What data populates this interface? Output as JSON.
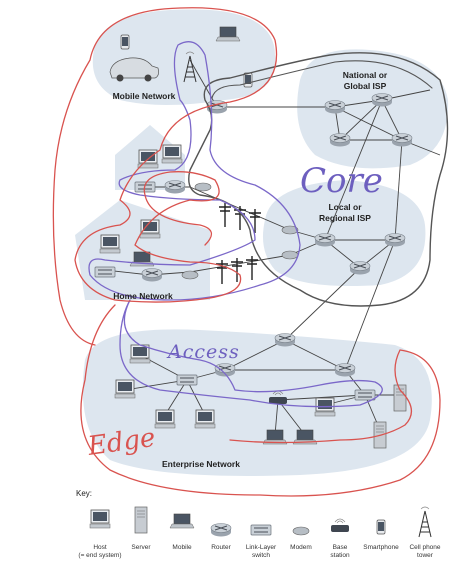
{
  "labels": {
    "mobile_network": "Mobile Network",
    "global_isp_line1": "National or",
    "global_isp_line2": "Global ISP",
    "regional_isp_line1": "Local or",
    "regional_isp_line2": "Regional ISP",
    "home_network": "Home Network",
    "enterprise_network": "Enterprise Network"
  },
  "annotations": {
    "core": "Core",
    "access": "Access",
    "edge": "Edge"
  },
  "key": {
    "title": "Key:",
    "items": [
      {
        "line1": "Host",
        "line2": "(= end system)",
        "icon": "host-icon"
      },
      {
        "line1": "Server",
        "line2": "",
        "icon": "server-icon"
      },
      {
        "line1": "Mobile",
        "line2": "",
        "icon": "mobile-icon"
      },
      {
        "line1": "Router",
        "line2": "",
        "icon": "router-icon"
      },
      {
        "line1": "Link-Layer",
        "line2": "switch",
        "icon": "switch-icon"
      },
      {
        "line1": "Modem",
        "line2": "",
        "icon": "modem-icon"
      },
      {
        "line1": "Base",
        "line2": "station",
        "icon": "base-station-icon"
      },
      {
        "line1": "Smartphone",
        "line2": "",
        "icon": "smartphone-icon"
      },
      {
        "line1": "Cell phone",
        "line2": "tower",
        "icon": "cell-tower-icon"
      }
    ]
  },
  "colors": {
    "region_fill": "#dde6ef",
    "core_outline": "#555555",
    "access_outline": "#7b68c9",
    "edge_outline": "#d9534f",
    "handwriting": "#6d5fbf",
    "handwriting_edge": "#d9534f"
  }
}
